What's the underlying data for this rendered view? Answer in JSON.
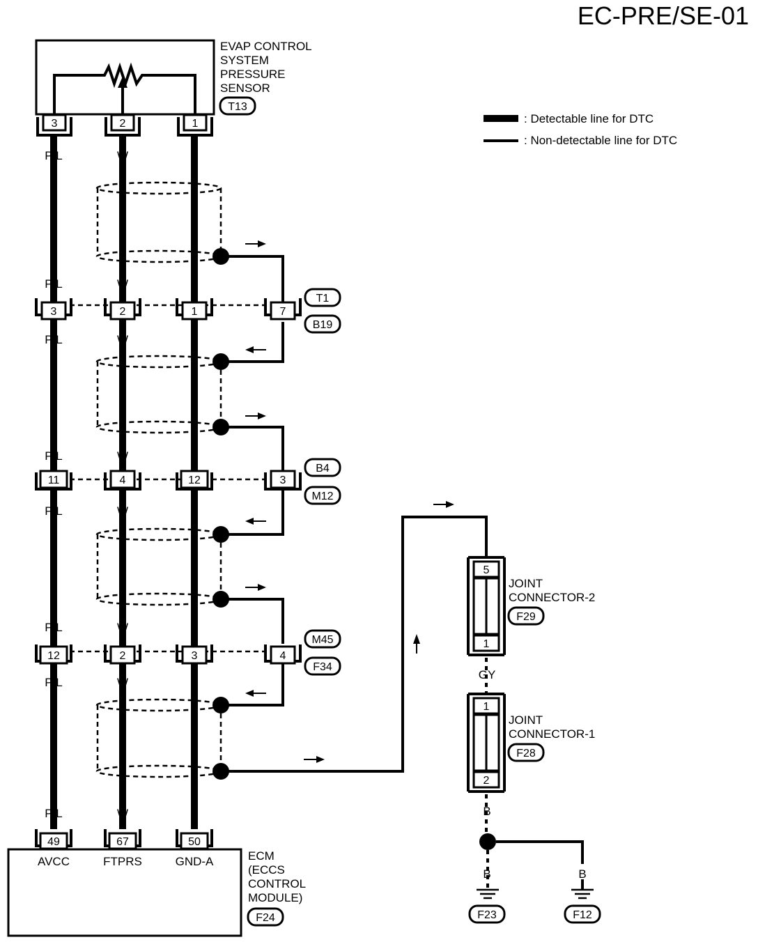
{
  "page_title": "EC-PRE/SE-01",
  "legend": {
    "detectable": ": Detectable line for DTC",
    "non_detectable": ": Non-detectable line for DTC"
  },
  "sensor": {
    "lines": [
      "EVAP CONTROL",
      "SYSTEM",
      "PRESSURE",
      "SENSOR"
    ],
    "connector": "T13",
    "pins": [
      "3",
      "2",
      "1"
    ]
  },
  "wire_colors": [
    "P/L",
    "W",
    "B"
  ],
  "junctions": [
    {
      "pins": [
        "3",
        "2",
        "1",
        "7"
      ],
      "connectors": [
        "T1",
        "B19"
      ]
    },
    {
      "pins": [
        "11",
        "4",
        "12",
        "3"
      ],
      "connectors": [
        "B4",
        "M12"
      ]
    },
    {
      "pins": [
        "12",
        "2",
        "3",
        "4"
      ],
      "connectors": [
        "M45",
        "F34"
      ]
    }
  ],
  "ecm": {
    "pins": [
      "49",
      "67",
      "50"
    ],
    "terminals": [
      "AVCC",
      "FTPRS",
      "GND-A"
    ],
    "lines": [
      "ECM",
      "(ECCS",
      "CONTROL",
      "MODULE)"
    ],
    "connector": "F24"
  },
  "joint2": {
    "lines": [
      "JOINT",
      "CONNECTOR-2"
    ],
    "connector": "F29",
    "pin_top": "5",
    "pin_bottom": "1"
  },
  "joint_wire": "GY",
  "joint1": {
    "lines": [
      "JOINT",
      "CONNECTOR-1"
    ],
    "connector": "F28",
    "pin_top": "1",
    "pin_bottom": "2"
  },
  "ground": {
    "wire_color": "B",
    "left": {
      "color": "B",
      "connector": "F23"
    },
    "right": {
      "color": "B",
      "connector": "F12"
    }
  }
}
